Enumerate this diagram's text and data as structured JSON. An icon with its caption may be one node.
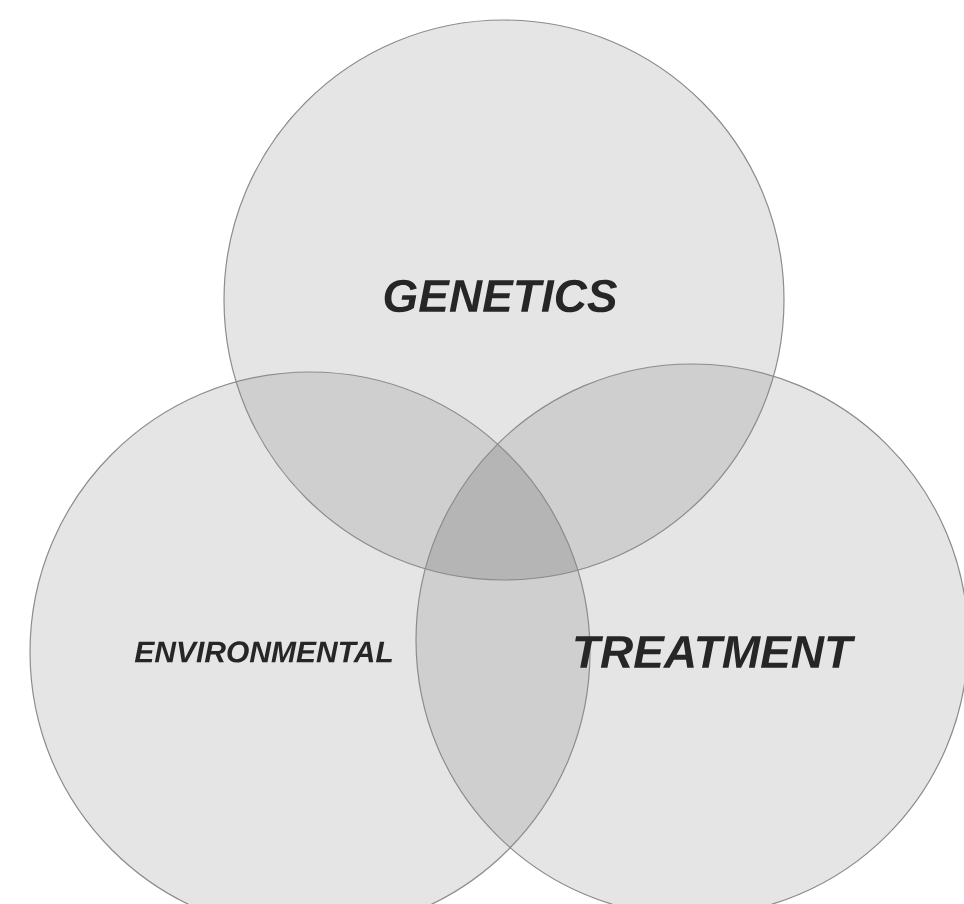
{
  "diagram": {
    "nodes": [
      {
        "text": [
          "GENETICS"
        ]
      },
      {
        "text": [
          "ENVIRONMENTAL"
        ]
      },
      {
        "text": [
          "TREATMENT"
        ]
      }
    ]
  }
}
